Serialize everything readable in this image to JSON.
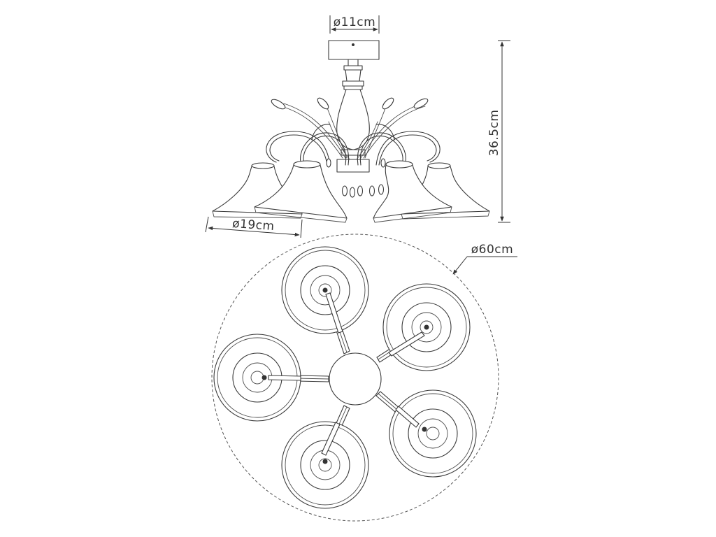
{
  "dimensions": {
    "plate_diameter": "ø11cm",
    "height": "36.5cm",
    "shade_diameter": "ø19cm",
    "total_diameter": "ø60cm"
  }
}
